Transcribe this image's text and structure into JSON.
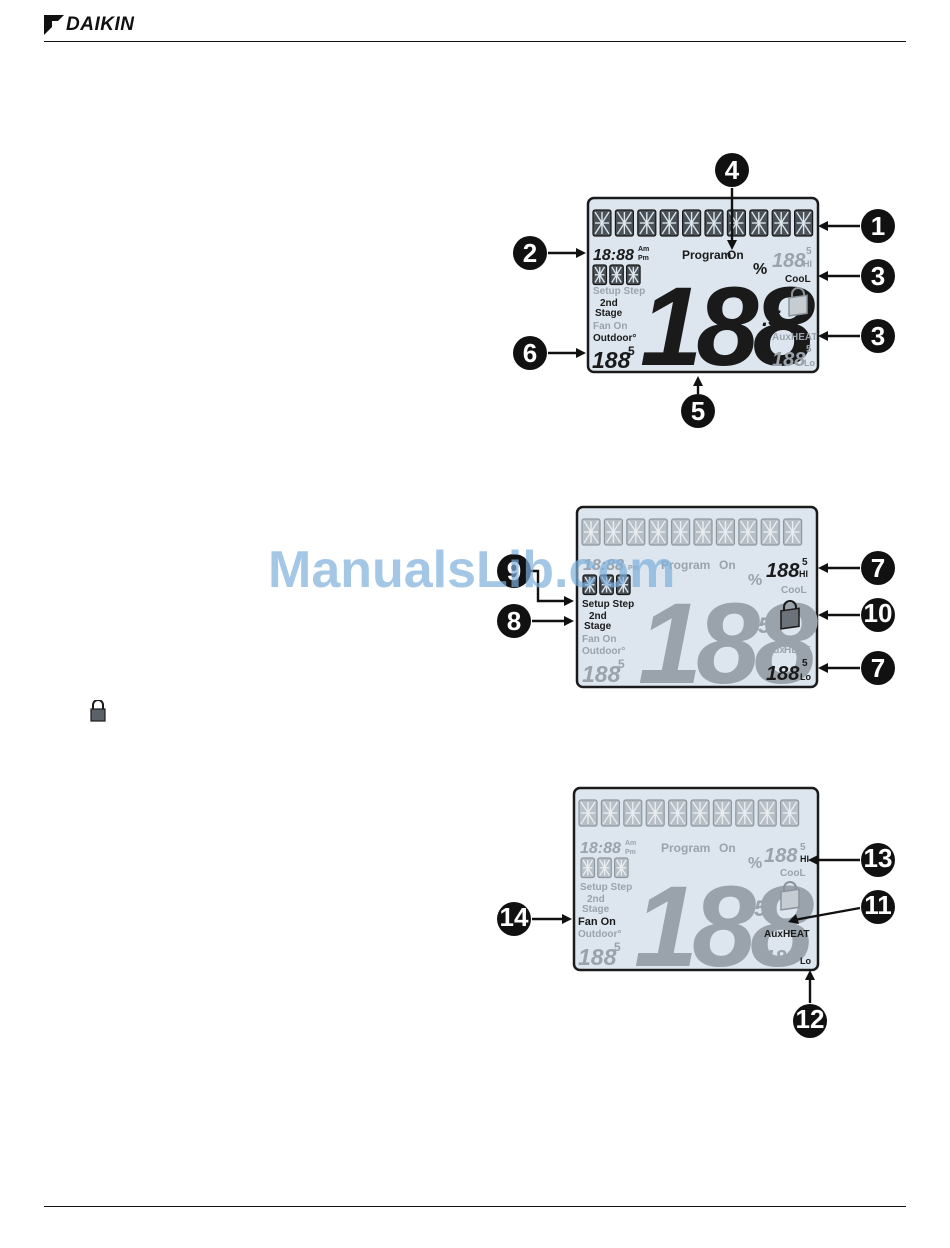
{
  "header": {
    "brand": "DAIKIN"
  },
  "watermark": "ManualsLib.com",
  "displays": [
    {
      "time": "18:88",
      "am": "Am",
      "pm": "Pm",
      "program": "Program",
      "on": "On",
      "percent": "%",
      "setup_step": "Setup Step",
      "second": "2nd",
      "stage": "Stage",
      "fan_on": "Fan On",
      "outdoor": "Outdoor°",
      "hi": "HI",
      "cool": "CooL",
      "aux": "Aux",
      "heat": "HEAT",
      "lo": "Lo",
      "main_digits": "188",
      "half": ".5",
      "small_digits": "188",
      "small_half": "5"
    },
    {
      "time": "18:88",
      "pm": "Pm",
      "program": "Program",
      "on": "On",
      "percent": "%",
      "setup_step": "Setup Step",
      "second": "2nd",
      "stage": "Stage",
      "fan_on": "Fan On",
      "outdoor": "Outdoor°",
      "hi": "HI",
      "cool": "CooL",
      "aux": "Aux",
      "heat": "HEAT",
      "lo": "Lo",
      "main_digits": "188",
      "half": ".5",
      "small_digits": "188",
      "small_half": "5"
    },
    {
      "time": "18:88",
      "am": "Am",
      "pm": "Pm",
      "program": "Program",
      "on": "On",
      "percent": "%",
      "setup_step": "Setup Step",
      "second": "2nd",
      "stage": "Stage",
      "fan_on": "Fan On",
      "outdoor": "Outdoor°",
      "hi": "HI",
      "cool": "CooL",
      "aux": "Aux",
      "heat": "HEAT",
      "lo": "Lo",
      "main_digits": "188",
      "half": ".5",
      "small_digits": "188",
      "small_half": "5"
    }
  ],
  "callouts": {
    "c1": "1",
    "c2": "2",
    "c3a": "3",
    "c3b": "3",
    "c4": "4",
    "c5": "5",
    "c6": "6",
    "c7a": "7",
    "c7b": "7",
    "c8": "8",
    "c9": "9",
    "c10": "10",
    "c11": "11",
    "c12": "12",
    "c13": "13",
    "c14": "14"
  },
  "colors": {
    "lcd_background": "#dde6ee",
    "segment_dark": "#1a1a1a",
    "segment_dim": "#9aa3ab",
    "watermark": "#7fb0dc"
  }
}
